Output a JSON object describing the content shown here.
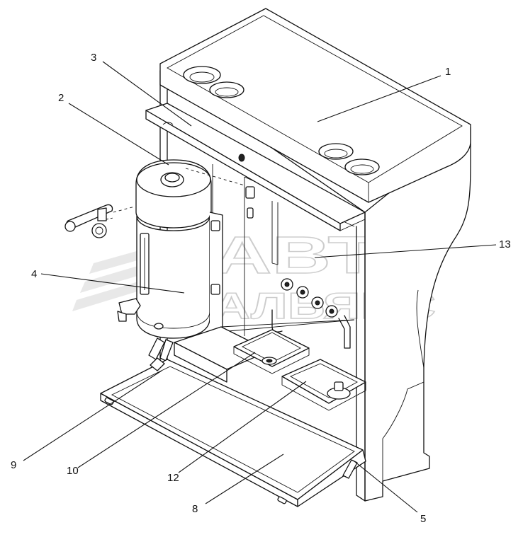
{
  "callouts": [
    {
      "id": "1",
      "label": "1"
    },
    {
      "id": "2",
      "label": "2"
    },
    {
      "id": "3",
      "label": "3"
    },
    {
      "id": "4",
      "label": "4"
    },
    {
      "id": "5",
      "label": "5"
    },
    {
      "id": "8",
      "label": "8"
    },
    {
      "id": "9",
      "label": "9"
    },
    {
      "id": "10",
      "label": "10"
    },
    {
      "id": "12",
      "label": "12"
    },
    {
      "id": "13",
      "label": "13"
    }
  ],
  "watermark": {
    "line1": "АВТО",
    "line2": "АЛЬЯНС"
  }
}
